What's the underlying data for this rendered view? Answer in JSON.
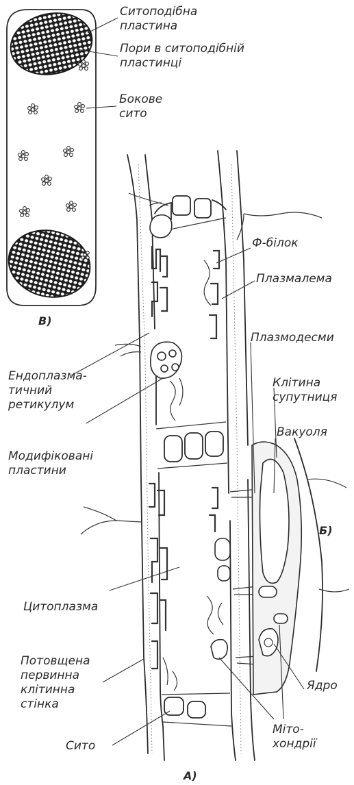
{
  "labels": {
    "sieve_plate": "Ситоподібна\nпластина",
    "pores": "Пори в ситоподібній\nпластинці",
    "lateral_sieve": "Бокове\nсито",
    "panel_b": "В)",
    "p_protein": "Ф-білок",
    "plasmalemma": "Плазмалема",
    "plasmodesmata": "Плазмодесми",
    "er": "Ендоплазма-\nтичний\nретикулум",
    "companion_cell": "Клітина\nсупутниця",
    "vacuole": "Вакуоля",
    "modified_plastids": "Модифіковані\nпластини",
    "panel_bb": "Б)",
    "cytoplasm": "Цитоплазма",
    "cell_wall": "Потовщена\nпервинна\nклітинна\nстінка",
    "nucleus": "Ядро",
    "sieve": "Сито",
    "mitochondria": "Міто-\nхондрії",
    "panel_a": "А)"
  }
}
